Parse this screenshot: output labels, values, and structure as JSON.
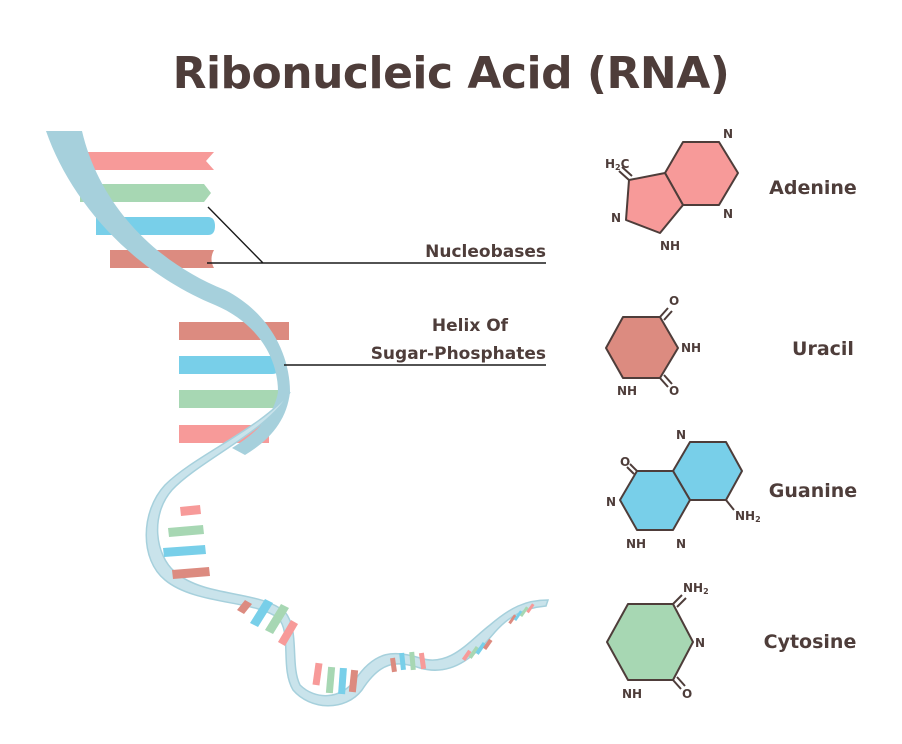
{
  "title": "Ribonucleic Acid (RNA)",
  "labels": {
    "nucleobases": "Nucleobases",
    "helix_line1": "Helix Of",
    "helix_line2": "Sugar-Phosphates"
  },
  "colors": {
    "text": "#4e3d3a",
    "strand": "#a6d0dc",
    "strand_light": "#c9e3eb",
    "pink": "#f79a99",
    "green": "#a7d7b3",
    "blue": "#78cfe9",
    "brick": "#dc8b80"
  },
  "bases": [
    {
      "name": "Adenine",
      "color": "#f79a99",
      "atoms": {
        "top_n": "N",
        "bottom_n": "N",
        "left_n": "N",
        "nh": "NH",
        "h2c_h": "H",
        "h2c_sub": "2",
        "h2c_c": "C"
      }
    },
    {
      "name": "Uracil",
      "color": "#dc8b80",
      "atoms": {
        "o_top": "O",
        "nh_right": "NH",
        "nh_bottom": "NH",
        "o_bottom": "O"
      }
    },
    {
      "name": "Guanine",
      "color": "#78cfe9",
      "atoms": {
        "n_top": "N",
        "o": "O",
        "n_left": "N",
        "nh_bottom": "NH",
        "n_bottom": "N",
        "nh2_main": "NH",
        "nh2_sub": "2"
      }
    },
    {
      "name": "Cytosine",
      "color": "#a7d7b3",
      "atoms": {
        "nh2_main": "NH",
        "nh2_sub": "2",
        "n_right": "N",
        "nh_bottom": "NH",
        "o_bottom": "O"
      }
    }
  ]
}
